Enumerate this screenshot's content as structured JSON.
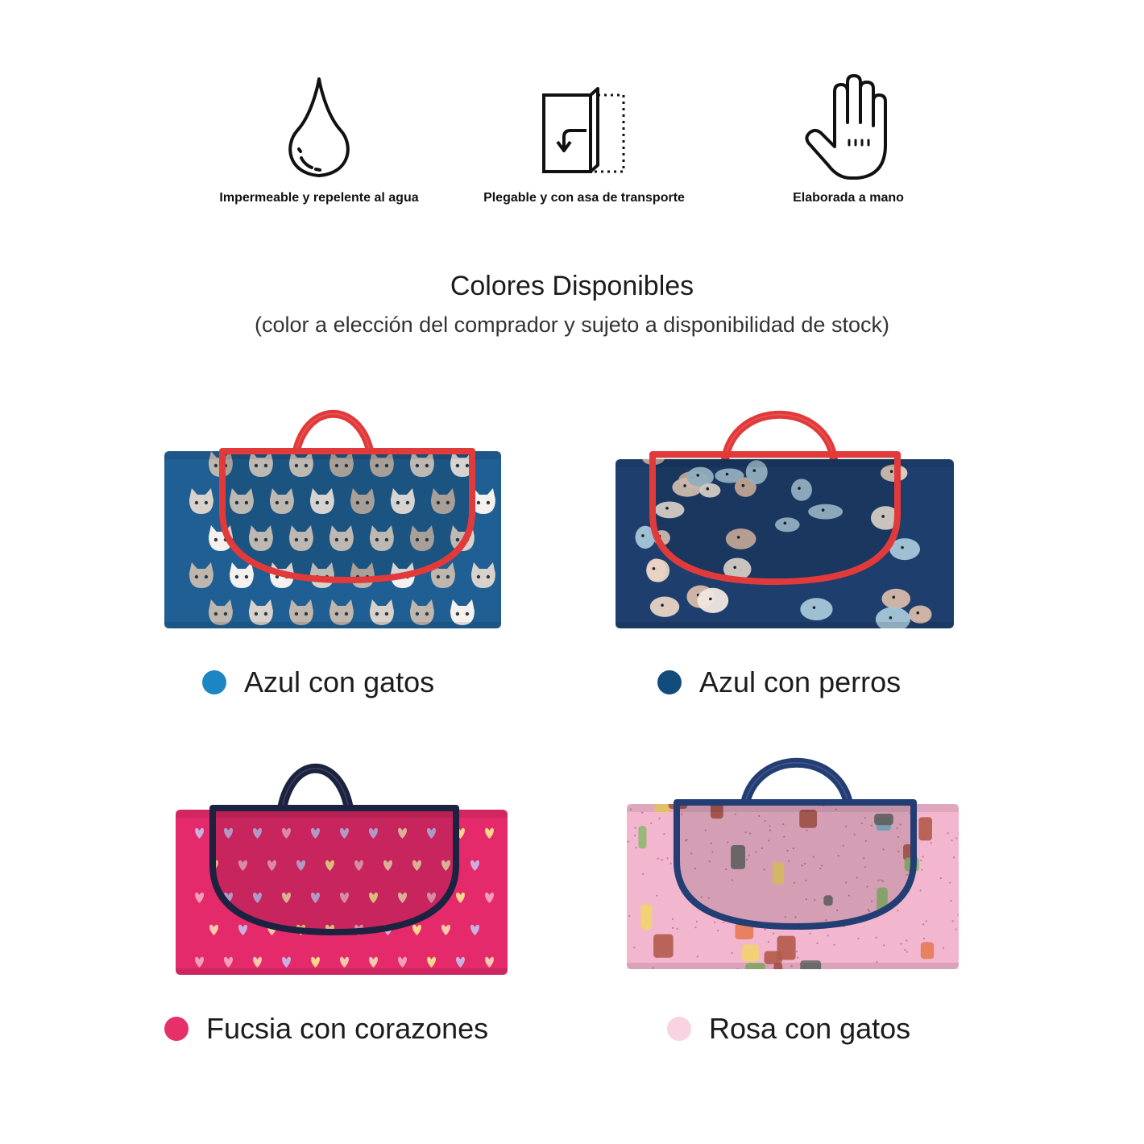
{
  "features": [
    {
      "icon": "water-drop-icon",
      "caption": "Impermeable y repelente al agua"
    },
    {
      "icon": "foldable-icon",
      "caption": "Plegable y con asa de transporte"
    },
    {
      "icon": "hand-icon",
      "caption": "Elaborada a mano"
    }
  ],
  "section": {
    "title": "Colores Disponibles",
    "subtitle": "(color a elección del comprador y sujeto a disponibilidad de stock)"
  },
  "products": [
    {
      "label": "Azul con gatos",
      "swatch_color": "#1b86c2",
      "mat_color": "#1f5f93",
      "trim_color": "#e23a3a",
      "pattern": "cats"
    },
    {
      "label": "Azul con perros",
      "swatch_color": "#124c7c",
      "mat_color": "#1e3f6e",
      "trim_color": "#e23a3a",
      "pattern": "dogs"
    },
    {
      "label": "Fucsia con corazones",
      "swatch_color": "#e6306a",
      "mat_color": "#e42a6a",
      "trim_color": "#1c2340",
      "pattern": "hearts"
    },
    {
      "label": "Rosa con gatos",
      "swatch_color": "#f9d3e2",
      "mat_color": "#f2b6cf",
      "trim_color": "#233e74",
      "pattern": "animals"
    }
  ]
}
